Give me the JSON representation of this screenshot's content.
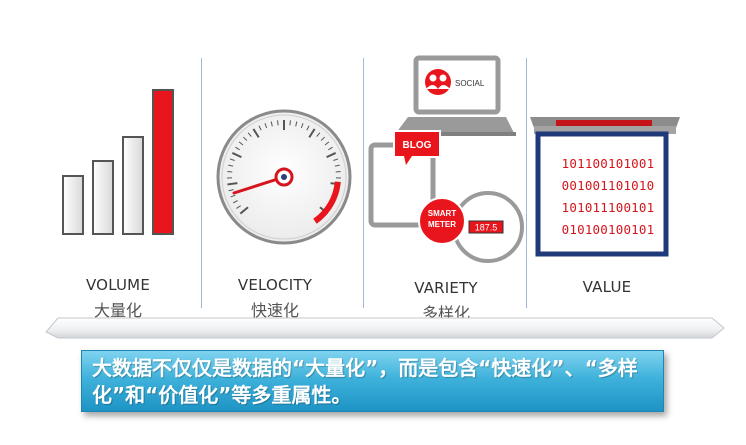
{
  "volume": {
    "label_en": "VOLUME",
    "label_cn": "大量化"
  },
  "velocity": {
    "label_en": "VELOCITY",
    "label_cn": "快速化"
  },
  "variety": {
    "label_en": "VARIETY",
    "label_cn": "多样化",
    "social_label": "SOCIAL",
    "blog_label": "BLOG",
    "smart_meter_label_line1": "SMART",
    "smart_meter_label_line2": "METER",
    "meter_reading": "187.5"
  },
  "value": {
    "label_en": "VALUE",
    "binary_lines": [
      "101100101001",
      "001001101010",
      "101011100101",
      "010100100101"
    ]
  },
  "caption": {
    "text": "大数据不仅仅是数据的“大量化”，而是包含“快速化”、“多样化”和“价值化”等多重属性。"
  },
  "colors": {
    "accent_red": "#e8151c",
    "caption_blue": "#3fb2db",
    "divider_blue": "#9dbad6"
  }
}
